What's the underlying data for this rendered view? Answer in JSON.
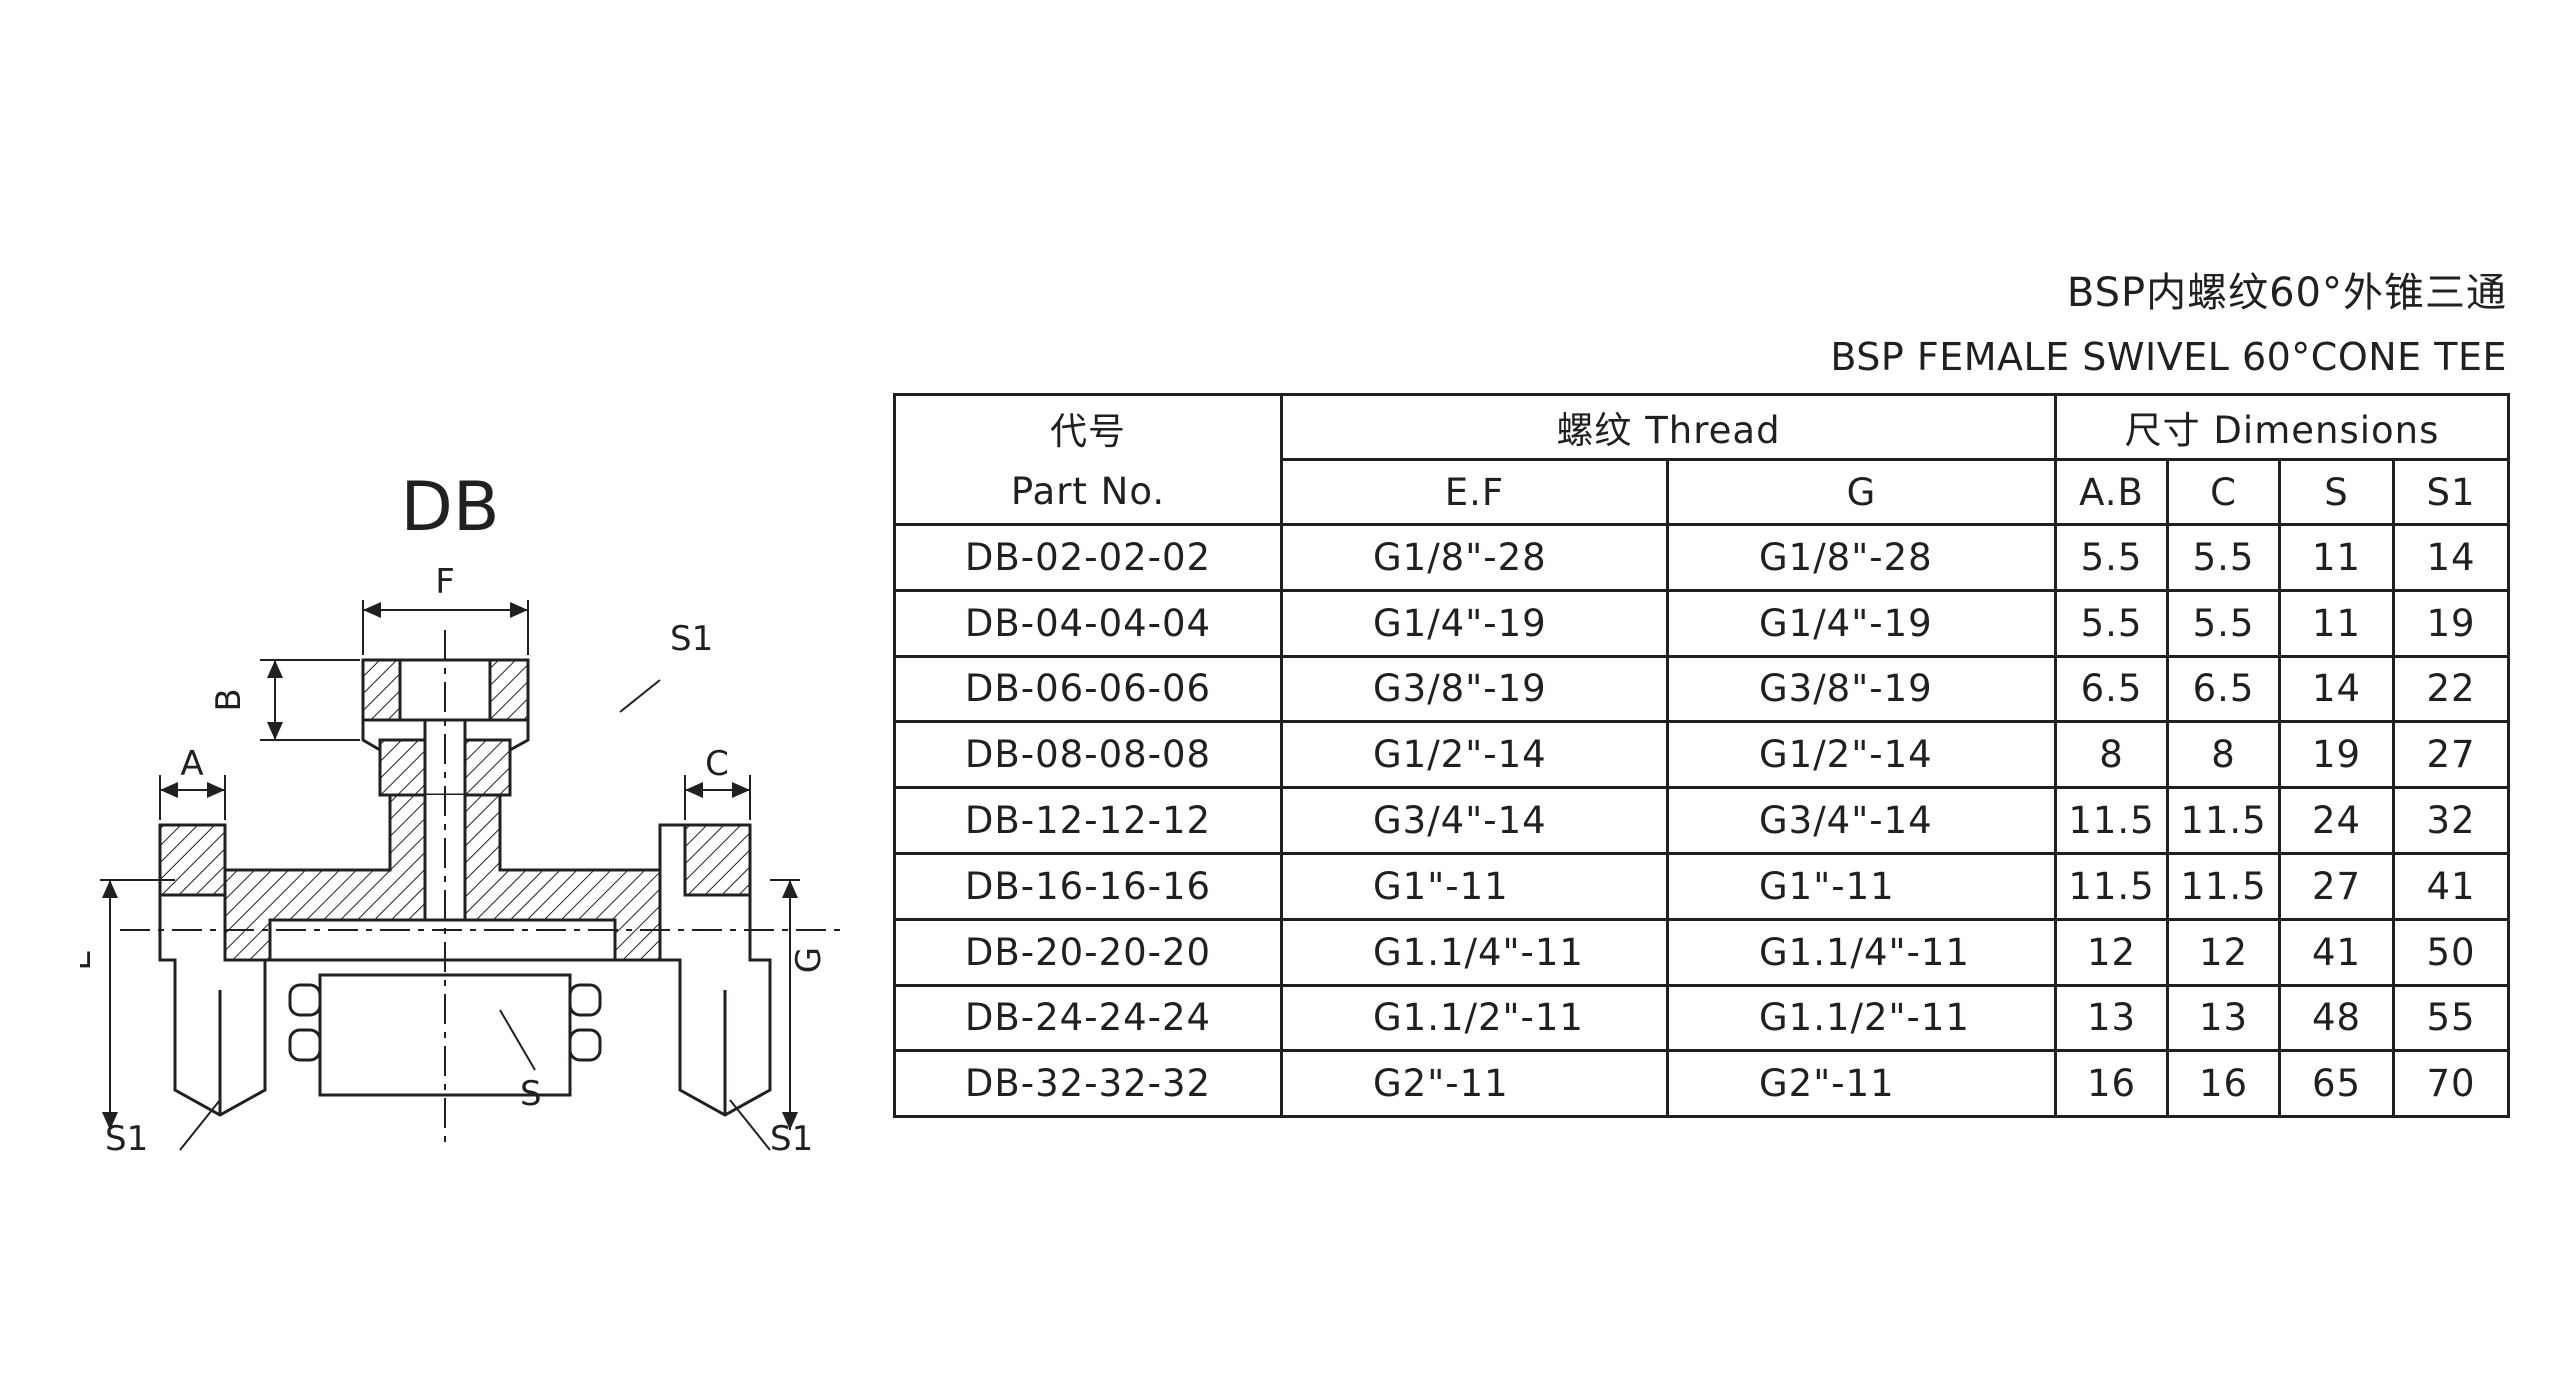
{
  "title_cn": "BSP内螺纹60°外锥三通",
  "title_en": "BSP FEMALE SWIVEL 60°CONE TEE",
  "drawing": {
    "model": "DB",
    "labels": {
      "F": "F",
      "B": "B",
      "A": "A",
      "C": "C",
      "E": "E",
      "G": "G",
      "S": "S",
      "S1": "S1"
    }
  },
  "table": {
    "header": {
      "part_cn": "代号",
      "part_en": "Part No.",
      "thread": "螺纹 Thread",
      "dimensions": "尺寸 Dimensions",
      "ef": "E.F",
      "g": "G",
      "ab": "A.B",
      "c": "C",
      "s": "S",
      "s1": "S1"
    },
    "rows": [
      [
        "DB-02-02-02",
        "G1/8\"-28",
        "G1/8\"-28",
        "5.5",
        "5.5",
        "11",
        "14"
      ],
      [
        "DB-04-04-04",
        "G1/4\"-19",
        "G1/4\"-19",
        "5.5",
        "5.5",
        "11",
        "19"
      ],
      [
        "DB-06-06-06",
        "G3/8\"-19",
        "G3/8\"-19",
        "6.5",
        "6.5",
        "14",
        "22"
      ],
      [
        "DB-08-08-08",
        "G1/2\"-14",
        "G1/2\"-14",
        "8",
        "8",
        "19",
        "27"
      ],
      [
        "DB-12-12-12",
        "G3/4\"-14",
        "G3/4\"-14",
        "11.5",
        "11.5",
        "24",
        "32"
      ],
      [
        "DB-16-16-16",
        "G1\"-11",
        "G1\"-11",
        "11.5",
        "11.5",
        "27",
        "41"
      ],
      [
        "DB-20-20-20",
        "G1.1/4\"-11",
        "G1.1/4\"-11",
        "12",
        "12",
        "41",
        "50"
      ],
      [
        "DB-24-24-24",
        "G1.1/2\"-11",
        "G1.1/2\"-11",
        "13",
        "13",
        "48",
        "55"
      ],
      [
        "DB-32-32-32",
        "G2\"-11",
        "G2\"-11",
        "16",
        "16",
        "65",
        "70"
      ]
    ]
  }
}
